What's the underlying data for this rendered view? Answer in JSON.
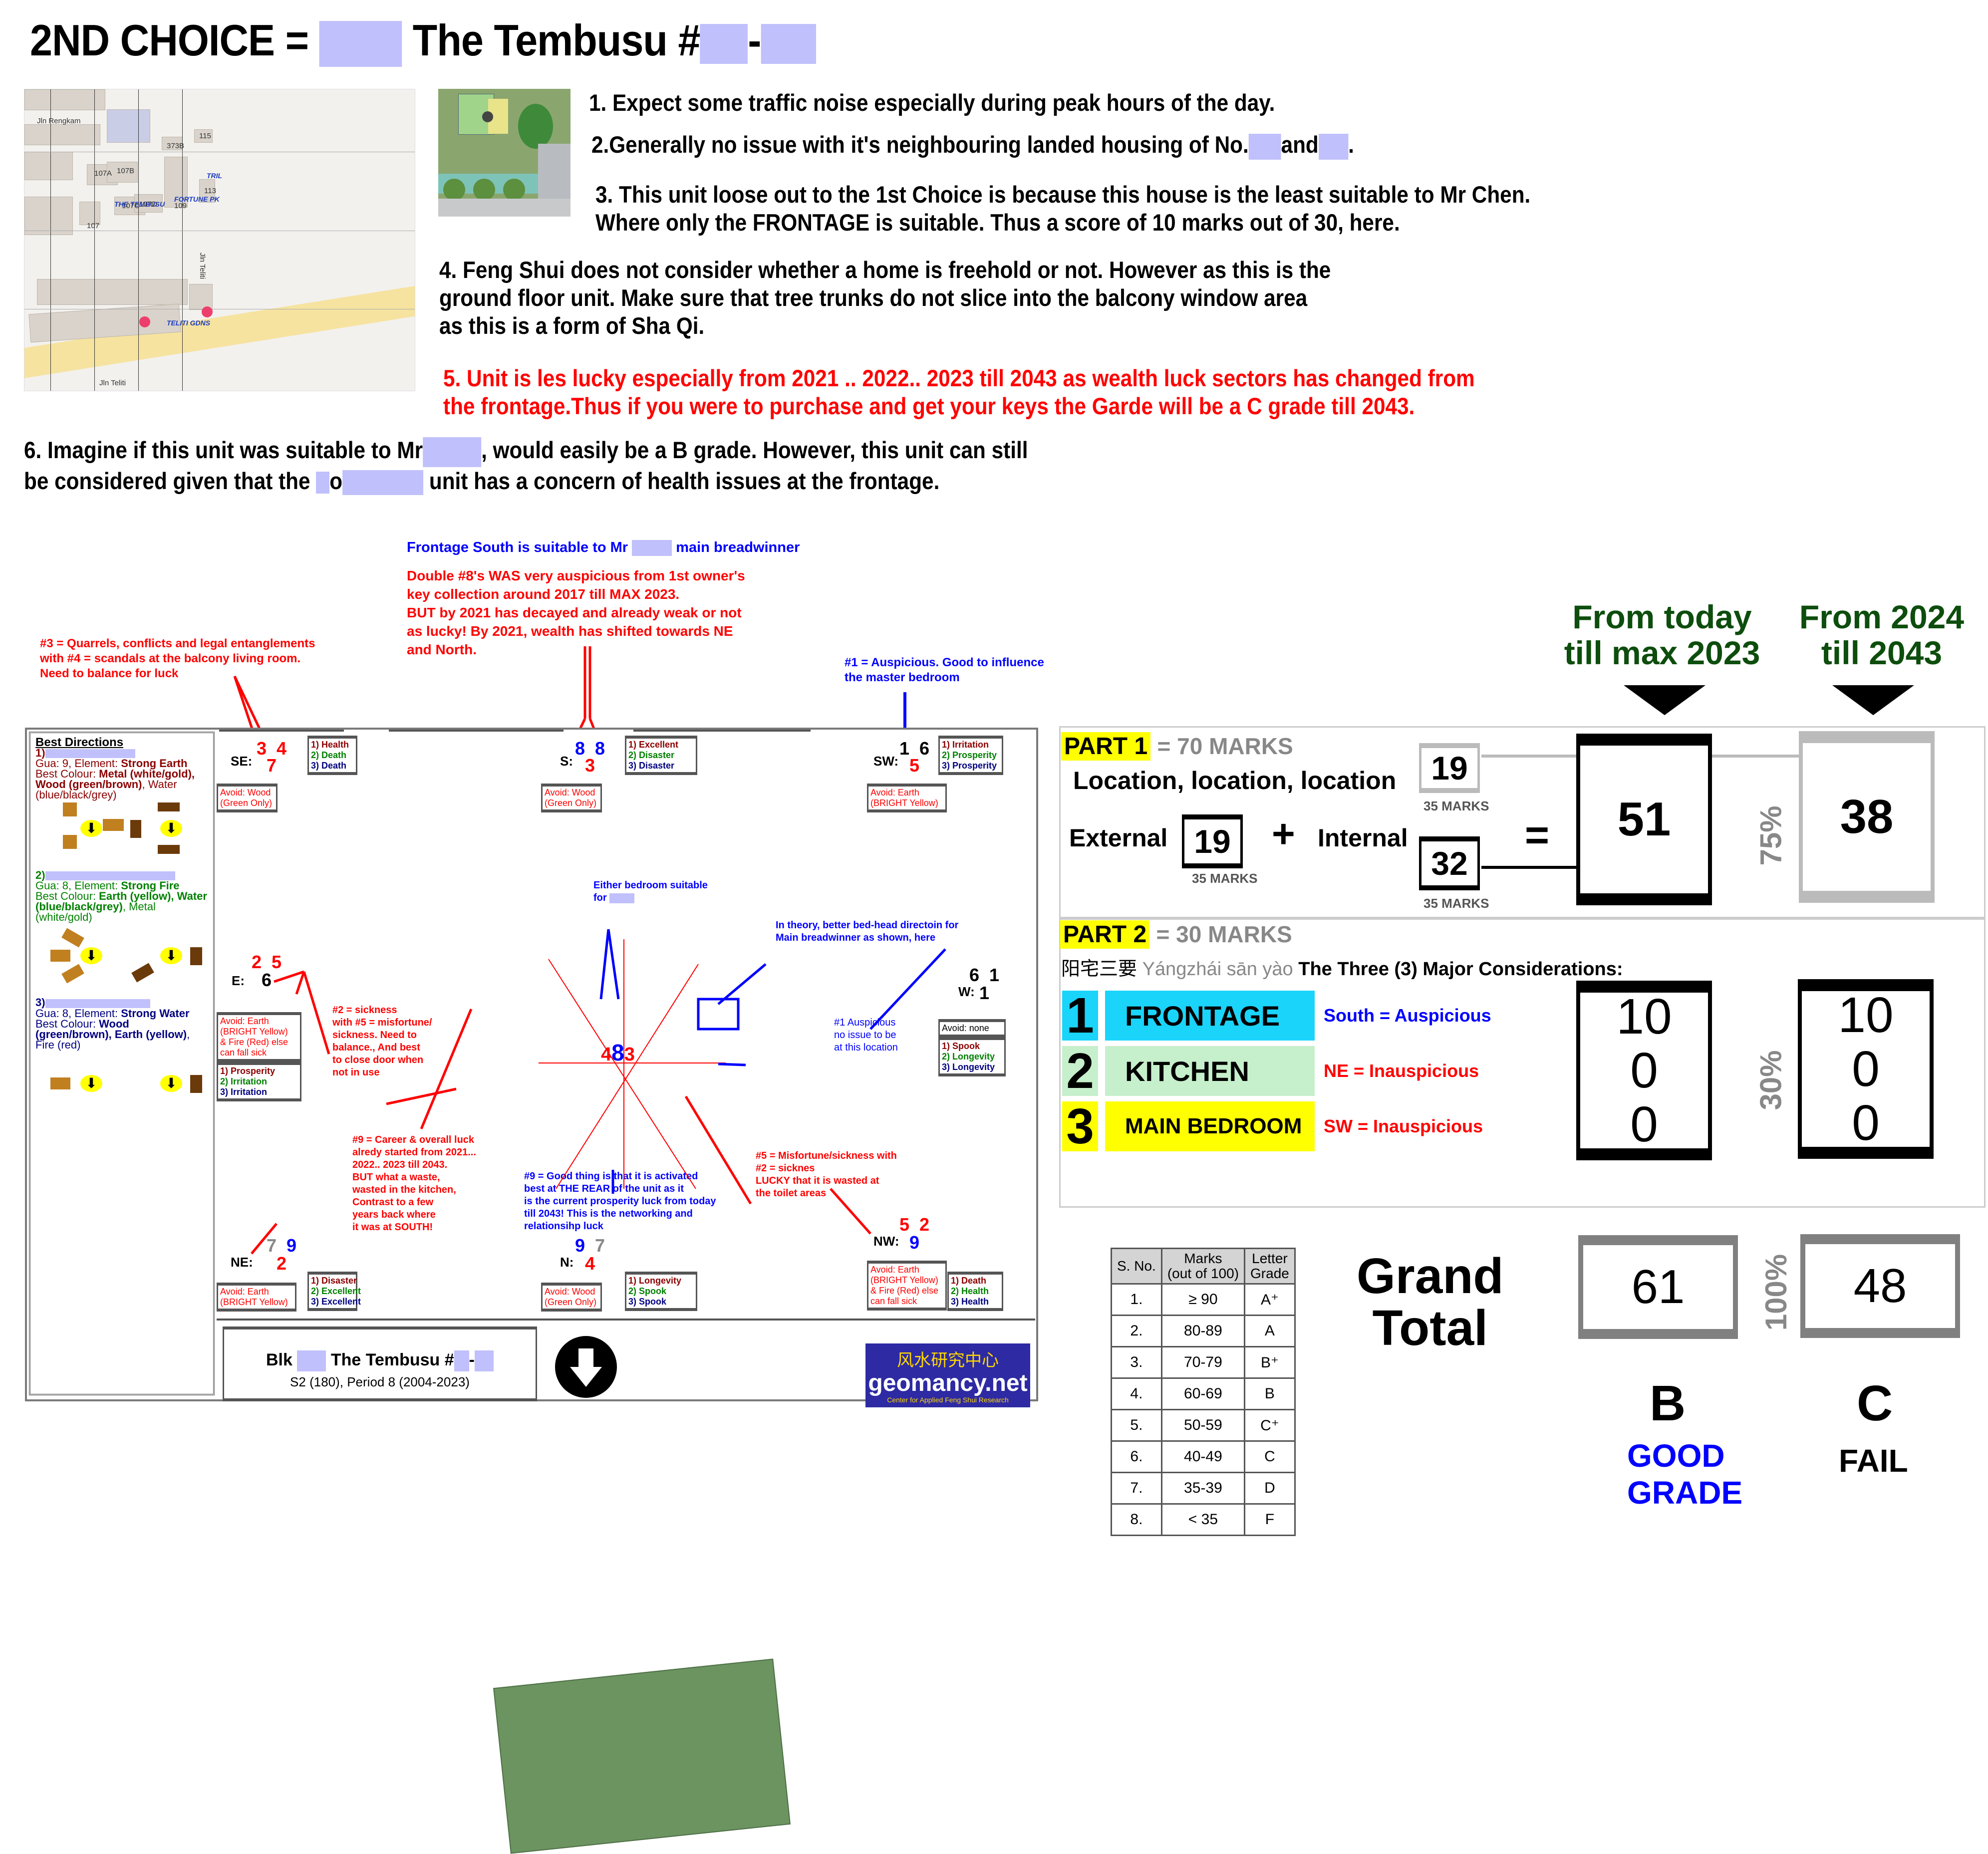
{
  "title": {
    "prefix": "2ND CHOICE = ",
    "name": "The Tembusu #",
    "sep": "-"
  },
  "map": {
    "labels": [
      "Jln Rengkam",
      "THE TEMBUSU",
      "FORTUNE PK",
      "TRIL",
      "TELITI GDNS",
      "Jln Teliti",
      "Jln Teliti",
      "107",
      "107A",
      "107B",
      "107C",
      "107D",
      "109",
      "115",
      "373B",
      "113"
    ]
  },
  "notes": {
    "n1": "1. Expect some traffic noise especially during peak hours of the day.",
    "n2_a": "2.Generally no issue with it's neighbouring  landed housing of No.",
    "n2_b": "and",
    "n2_c": ".",
    "n3_l1": "3. This unit loose out to the 1st Choice is because this house is the least suitable to Mr Chen.",
    "n3_l2": "Where only the FRONTAGE is suitable. Thus a score of 10 marks out of 30, here.",
    "n4_l1": "4. Feng Shui does not consider whether a home is freehold or not. However as this is the",
    "n4_l2": "ground floor unit. Make sure that tree trunks do not slice into the balcony window area",
    "n4_l3": "as this is a form of Sha Qi.",
    "n5_l1": "5. Unit is les lucky especially from 2021 .. 2022.. 2023 till 2043 as wealth luck sectors has changed from",
    "n5_l2": "the frontage.Thus if you were to purchase and get your keys the Garde will be a C grade till 2043.",
    "n6_l1a": "6. Imagine if this unit was suitable to Mr",
    "n6_l1b": ", would easily be a B grade. However, this unit can still",
    "n6_l2a": "be considered given that the",
    "n6_l2b": "o",
    "n6_l2c": "unit has a concern of health issues at the frontage."
  },
  "annotations": {
    "frontage": {
      "a": "Frontage South is suitable to Mr",
      "b": "main breadwinner"
    },
    "double8": [
      "Double #8's WAS very auspicious from 1st owner's",
      "key collection around 2017 till MAX 2023.",
      "BUT by 2021 has decayed and already weak or not",
      "as lucky! By 2021, wealth has shifted towards NE",
      "and North."
    ],
    "q3": [
      "#3 = Quarrels, conflicts and legal entanglements",
      "with #4 = scandals at the balcony living room.",
      "Need to balance for luck"
    ],
    "one_master": [
      "#1 = Auspicious. Good to influence",
      "the master bedroom"
    ],
    "either_bedroom": [
      "Either bedroom suitable",
      "for"
    ],
    "bedhead": [
      "In theory, better bed-head directoin for",
      "Main breadwinner as shown, here"
    ],
    "two_sick": [
      "#2 = sickness",
      "with #5 = misfortune/",
      "sickness. Need to",
      "balance., And best",
      "to close door when",
      "not in use"
    ],
    "one_ausp": [
      "#1 Auspicious",
      "no issue to be",
      "at this location"
    ],
    "nine_career": [
      "#9 = Career & overall luck",
      "alredy started from 2021...",
      "2022.. 2023 till 2043.",
      "BUT what a waste,",
      "wasted in the kitchen,",
      "Contrast to a few",
      "years back where",
      "it was at SOUTH!"
    ],
    "nine_good": [
      "#9 = Good thing is that it is activated",
      "best at THE REAR of the unit as it",
      "is the current prosperity luck from today",
      "till 2043! This is the networking and",
      "relationsihp luck"
    ],
    "five_misf": [
      "#5 = Misfortune/sickness with",
      "#2 = sicknes",
      "LUCKY that it is wasted at",
      "the toilet areas"
    ]
  },
  "best_directions": {
    "heading": "Best Directions",
    "persons": [
      {
        "idx": "1)",
        "gua": "Gua: 9, Element: ",
        "element": "Strong Earth",
        "colour_lbl": "Best Colour: ",
        "colour_bold": "Metal (white/gold), Wood (green/brown)",
        "colour_rest": ", Water (blue/black/grey)"
      },
      {
        "idx": "2)",
        "gua": "Gua: 8, Element: ",
        "element": "Strong Fire",
        "colour_lbl": "Best Colour: ",
        "colour_bold": "Earth (yellow), Water (blue/black/grey)",
        "colour_rest": ", Metal (white/gold)"
      },
      {
        "idx": "3)",
        "gua": "Gua: 8, Element: ",
        "element": "Strong Water",
        "colour_lbl": "Best Colour: ",
        "colour_bold": "Wood (green/brown), Earth (yellow)",
        "colour_rest": ", Fire (red)"
      }
    ]
  },
  "sectors": {
    "SE": {
      "label": "SE:",
      "tl": "3",
      "tr": "4",
      "b": "7",
      "p": [
        "1) Health",
        "2) Death",
        "3) Death"
      ],
      "avoid": [
        "Avoid: Wood",
        "(Green Only)"
      ]
    },
    "S": {
      "label": "S:",
      "tl": "8",
      "tr": "8",
      "b": "3",
      "p": [
        "1) Excellent",
        "2) Disaster",
        "3) Disaster"
      ],
      "avoid": [
        "Avoid: Wood",
        "(Green Only)"
      ]
    },
    "SW": {
      "label": "SW:",
      "tl": "1",
      "tr": "6",
      "b": "5",
      "p": [
        "1) Irritation",
        "2) Prosperity",
        "3) Prosperity"
      ],
      "avoid": [
        "Avoid: Earth",
        "(BRIGHT Yellow)"
      ]
    },
    "E": {
      "label": "E:",
      "tl": "2",
      "tr": "5",
      "b": "6",
      "p": [
        "1) Prosperity",
        "2) Irritation",
        "3) Irritation"
      ],
      "avoid": [
        "Avoid: Earth",
        "(BRIGHT Yellow)",
        "& Fire (Red) else",
        "can fall sick"
      ]
    },
    "W": {
      "label": "W:",
      "tl": "6",
      "tr": "1",
      "b": "1",
      "p": [
        "1) Spook",
        "2) Longevity",
        "3) Longevity"
      ],
      "avoid": [
        "Avoid: none"
      ]
    },
    "NE": {
      "label": "NE:",
      "tl": "7",
      "tr": "9",
      "b": "2",
      "p": [
        "1) Disaster",
        "2) Excellent",
        "3) Excellent"
      ],
      "avoid": [
        "Avoid: Earth",
        "(BRIGHT Yellow)"
      ]
    },
    "N": {
      "label": "N:",
      "tl": "9",
      "tr": "7",
      "b": "4",
      "p": [
        "1) Longevity",
        "2) Spook",
        "3) Spook"
      ],
      "avoid": [
        "Avoid: Wood",
        "(Green Only)"
      ]
    },
    "NW": {
      "label": "NW:",
      "tl": "5",
      "tr": "2",
      "b": "9",
      "p": [
        "1) Death",
        "2) Health",
        "3) Health"
      ],
      "avoid": [
        "Avoid: Earth",
        "(BRIGHT Yellow)",
        "& Fire (Red) else",
        "can fall sick"
      ]
    }
  },
  "center_stars": {
    "l": "4",
    "m": "8",
    "r": "3"
  },
  "footer": {
    "blk": "Blk",
    "name": "The Tembusu  #",
    "sub": "S2 (180), Period 8 (2004-2023)",
    "logo_cn": "风水研究中心",
    "logo_en": "geomancy.net",
    "logo_sub": "Center for Applied Feng Shui Research"
  },
  "scoring": {
    "periods": [
      "From today\ntill max 2023",
      "From 2024\ntill 2043"
    ],
    "period1_l1": "From today",
    "period1_l2": "till max 2023",
    "period2_l1": "From 2024",
    "period2_l2": "till 2043",
    "part1": {
      "tag": "PART 1",
      "marks": "= 70 MARKS",
      "subtitle": "Location, location, location",
      "external_lbl": "External",
      "external": "19",
      "external_max": "35 MARKS",
      "plus": "+",
      "internal_lbl": "Internal",
      "internal_today": "32",
      "internal_max": "35 MARKS",
      "internal_2024": "19",
      "internal_2024_max": "35 MARKS",
      "equals": "=",
      "total_today": "51",
      "total_2024": "38",
      "weight": "75%"
    },
    "part2": {
      "tag": "PART 2",
      "marks": "= 30 MARKS",
      "cn": "阳宅三要",
      "pinyin": "Yángzhái sān yào",
      "subtitle": "The Three (3) Major Considerations:",
      "weight": "30%",
      "items": [
        {
          "num": "1",
          "label": "FRONTAGE",
          "result": "South = Auspicious",
          "today": "10",
          "from2024": "10"
        },
        {
          "num": "2",
          "label": "KITCHEN",
          "result": "NE = Inauspicious",
          "today": "0",
          "from2024": "0"
        },
        {
          "num": "3",
          "label": "MAIN BEDROOM",
          "result": "SW = Inauspicious",
          "today": "0",
          "from2024": "0"
        }
      ]
    },
    "grand": {
      "label_l1": "Grand",
      "label_l2": "Total",
      "today": "61",
      "from2024": "48",
      "weight": "100%",
      "grade_today": "B",
      "grade_2024": "C",
      "verdict_today_l1": "GOOD",
      "verdict_today_l2": "GRADE",
      "verdict_2024": "FAIL"
    },
    "grade_table": {
      "headers": [
        "S. No.",
        "Marks\n(out of 100)",
        "Letter\nGrade"
      ],
      "h1": "S. No.",
      "h2a": "Marks",
      "h2b": "(out of 100)",
      "h3a": "Letter",
      "h3b": "Grade",
      "rows": [
        [
          "1.",
          "≥ 90",
          "A⁺"
        ],
        [
          "2.",
          "80-89",
          "A"
        ],
        [
          "3.",
          "70-79",
          "B⁺"
        ],
        [
          "4.",
          "60-69",
          "B"
        ],
        [
          "5.",
          "50-59",
          "C⁺"
        ],
        [
          "6.",
          "40-49",
          "C"
        ],
        [
          "7.",
          "35-39",
          "D"
        ],
        [
          "8.",
          "< 35",
          "F"
        ]
      ]
    }
  },
  "colors": {
    "accent_yellow": "#ffff00",
    "frontage_bg": "#1ad4fa",
    "kitchen_bg": "#c6efcc",
    "bedroom_bg": "#ffff00",
    "period_green": "#0d4d0d",
    "red": "#ff0000",
    "blue": "#0000ff",
    "redaction": "#c0c0fc"
  }
}
